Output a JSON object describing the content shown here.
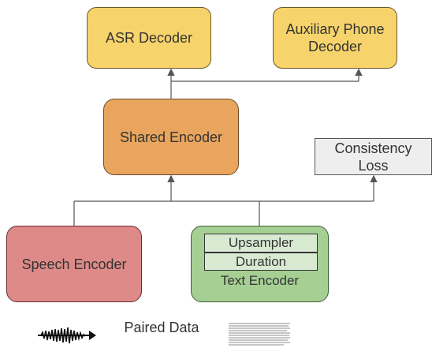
{
  "nodes": {
    "asr_decoder": "ASR Decoder",
    "aux_decoder": "Auxiliary Phone Decoder",
    "shared_encoder": "Shared Encoder",
    "consistency_loss": "Consistency Loss",
    "speech_encoder": "Speech Encoder",
    "upsampler": "Upsampler",
    "duration": "Duration",
    "text_encoder": "Text Encoder"
  },
  "footer": {
    "paired_data": "Paired Data"
  },
  "colors": {
    "decoder": "#f7d46b",
    "shared": "#e9a55e",
    "speech": "#dd8a88",
    "text": "#a6cf94",
    "loss": "#eeeeee"
  }
}
